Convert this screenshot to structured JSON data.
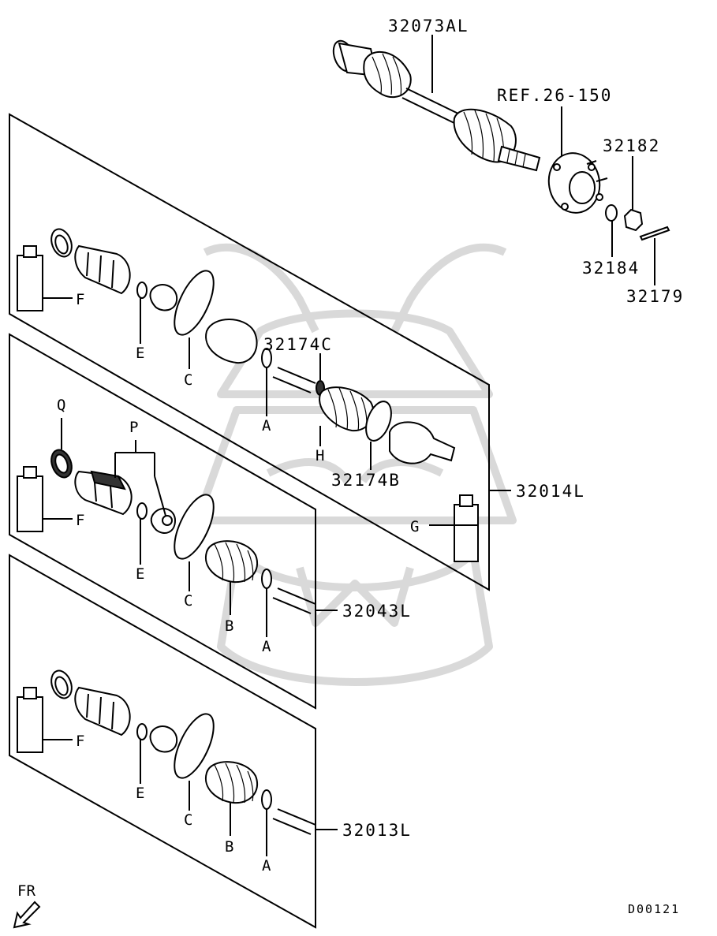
{
  "diagram": {
    "parts": {
      "driveshaft_assembly": "32073AL",
      "hub_reference": "REF.26-150",
      "nut": "32182",
      "washer": "32184",
      "cotter_pin": "32179",
      "boot_kit_top": "32014L",
      "boot_kit_middle": "32043L",
      "boot_kit_bottom": "32013L",
      "band_c": "32174C",
      "band_b": "32174B"
    },
    "letters": {
      "A": "A",
      "B": "B",
      "C": "C",
      "E": "E",
      "F": "F",
      "G": "G",
      "H": "H",
      "P": "P",
      "Q": "Q"
    },
    "direction": "FR",
    "diagram_code": "D00121"
  }
}
